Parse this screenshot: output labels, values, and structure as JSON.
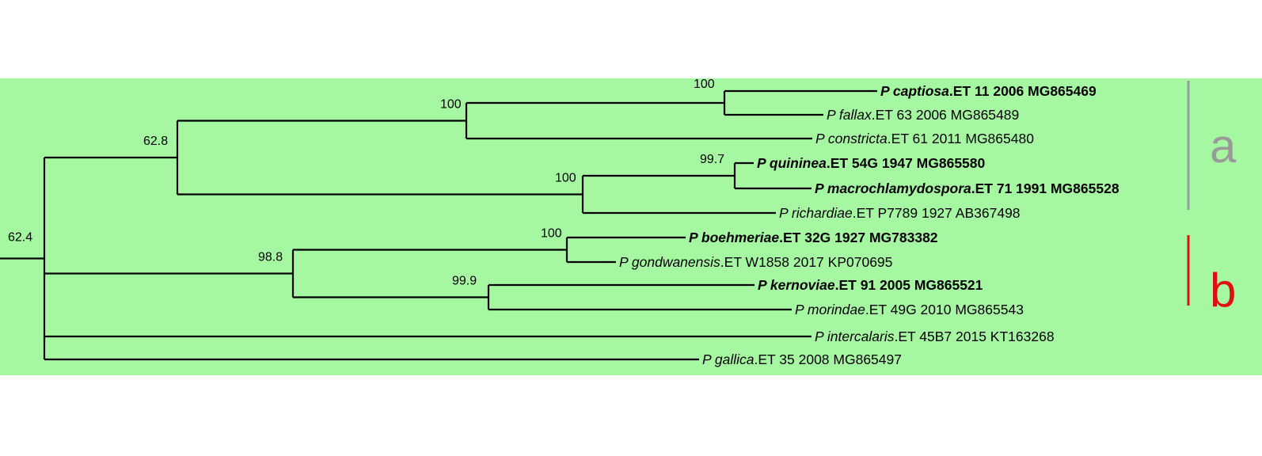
{
  "tree": {
    "leaves": [
      {
        "id": "captiosa",
        "species": "P captiosa",
        "suffix": ".ET 11 2006 MG865469",
        "bold": true,
        "color": "#000000"
      },
      {
        "id": "fallax",
        "species": "P fallax",
        "suffix": ".ET 63 2006 MG865489",
        "bold": false,
        "color": "#000000"
      },
      {
        "id": "constricta",
        "species": "P constricta",
        "suffix": ".ET 61 2011 MG865480",
        "bold": false,
        "color": "#000000"
      },
      {
        "id": "quininea",
        "species": "P quininea",
        "suffix": ".ET 54G 1947 MG865580",
        "bold": true,
        "color": "#000000"
      },
      {
        "id": "macrochlamydospora",
        "species": "P macrochlamydospora",
        "suffix": ".ET 71 1991 MG865528",
        "bold": true,
        "color": "#000000"
      },
      {
        "id": "richardiae",
        "species": "P richardiae",
        "suffix": ".ET P7789 1927 AB367498",
        "bold": false,
        "color": "#e01010"
      },
      {
        "id": "boehmeriae",
        "species": "P boehmeriae",
        "suffix": ".ET 32G 1927 MG783382",
        "bold": true,
        "color": "#000000"
      },
      {
        "id": "gondwanensis",
        "species": "P gondwanensis",
        "suffix": ".ET W1858 2017 KP070695",
        "bold": false,
        "color": "#000000"
      },
      {
        "id": "kernoviae",
        "species": "P kernoviae",
        "suffix": ".ET 91 2005 MG865521",
        "bold": true,
        "color": "#000000"
      },
      {
        "id": "morindae",
        "species": "P morindae",
        "suffix": ".ET 49G 2010 MG865543",
        "bold": false,
        "color": "#000000"
      },
      {
        "id": "intercalaris",
        "species": "P intercalaris",
        "suffix": ".ET 45B7 2015 KT163268",
        "bold": false,
        "color": "#000000"
      },
      {
        "id": "gallica",
        "species": "P gallica",
        "suffix": ".ET 35 2008 MG865497",
        "bold": false,
        "color": "#000000"
      }
    ],
    "support_values": [
      "100",
      "100",
      "62.8",
      "99.7",
      "100",
      "100",
      "98.8",
      "99.9",
      "62.4"
    ],
    "clades": [
      {
        "label": "a",
        "color": "#9a9a9a"
      },
      {
        "label": "b",
        "color": "#e01010"
      }
    ],
    "colors": {
      "background": "#a6f7a1",
      "branches": "#000000"
    }
  }
}
